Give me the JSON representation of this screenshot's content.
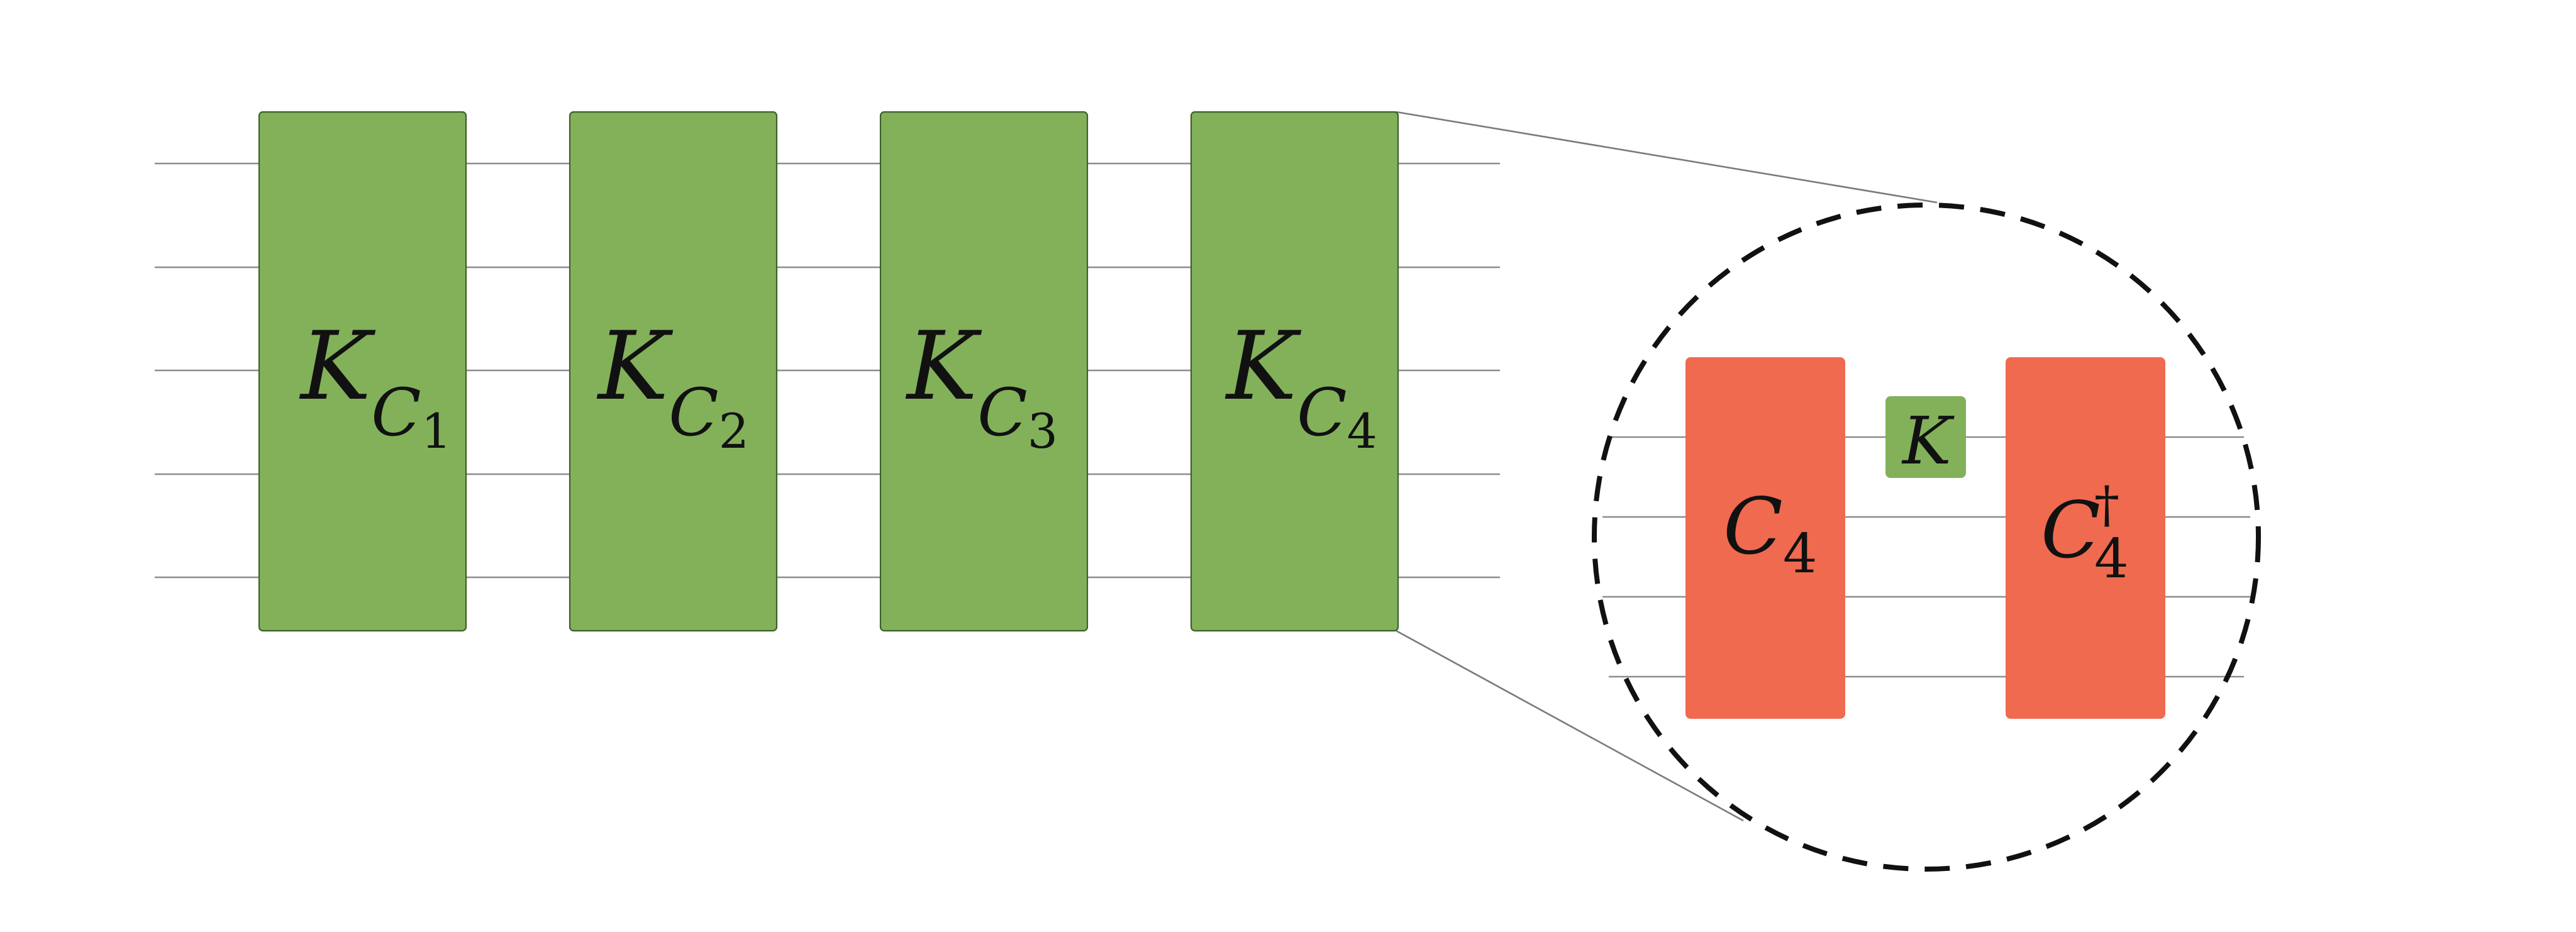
{
  "main_gates": [
    {
      "letter": "K",
      "sub_letter": "C",
      "sub_index": "1"
    },
    {
      "letter": "K",
      "sub_letter": "C",
      "sub_index": "2"
    },
    {
      "letter": "K",
      "sub_letter": "C",
      "sub_index": "3"
    },
    {
      "letter": "K",
      "sub_letter": "C",
      "sub_index": "4"
    }
  ],
  "zoom": {
    "left_gate": {
      "letter": "C",
      "sub_index": "4"
    },
    "middle_gate": {
      "letter": "K"
    },
    "right_gate": {
      "letter": "C",
      "superscript": "†",
      "sub_index": "4"
    }
  },
  "colors": {
    "green_gate": "#82b15a",
    "red_gate": "#f06a4f",
    "wire": "#8c8c8c",
    "dashed_circle": "#111111"
  }
}
